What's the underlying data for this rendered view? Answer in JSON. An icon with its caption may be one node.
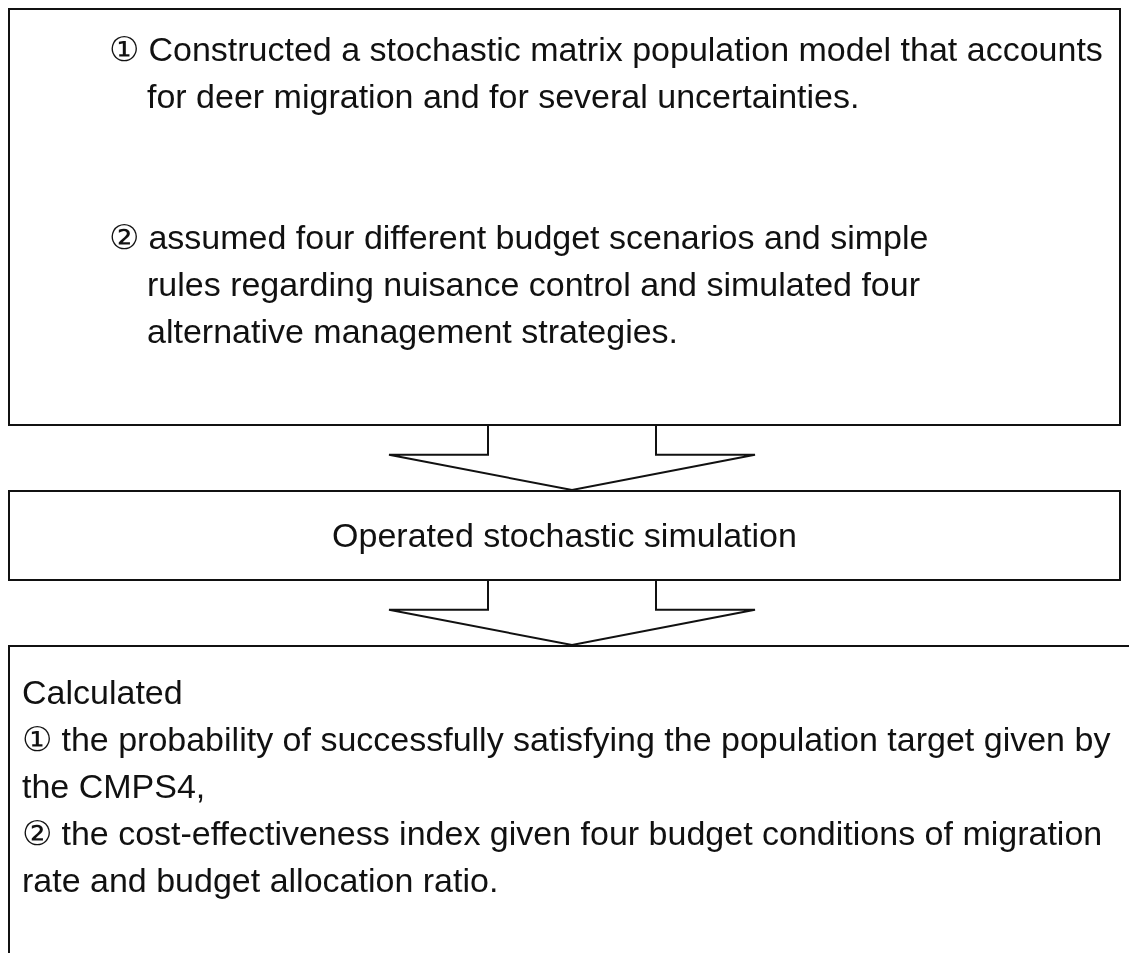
{
  "diagram": {
    "nodes": [
      {
        "text": [
          "① Constructed a stochastic matrix population model that accounts for deer migration and for several uncertainties.",
          "② assumed four different budget scenarios and simple rules regarding nuisance control and simulated four alternative management strategies."
        ]
      },
      {
        "text": [
          "Operated stochastic simulation"
        ]
      },
      {
        "text": [
          "Calculated",
          "① the probability of successfully satisfying the population target given by the CMPS4,",
          "② the cost-effectiveness index given four budget conditions of migration rate and budget allocation ratio."
        ]
      }
    ],
    "edges": [
      {
        "from": 0,
        "to": 1,
        "arrow": "to"
      },
      {
        "from": 1,
        "to": 2,
        "arrow": "to"
      }
    ]
  }
}
